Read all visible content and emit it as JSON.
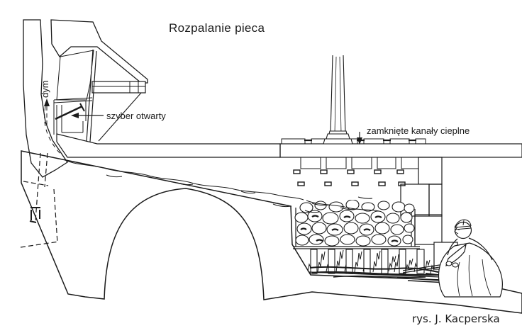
{
  "title": "Rozpalanie pieca",
  "caption": "rys. J. Kacperska",
  "labels": {
    "smoke": "dym",
    "damper": "szyber otwarty",
    "heat_channels": "zamknięte kanały cieplne"
  },
  "colors": {
    "ink": "#1a1a1a",
    "paper": "#ffffff"
  }
}
